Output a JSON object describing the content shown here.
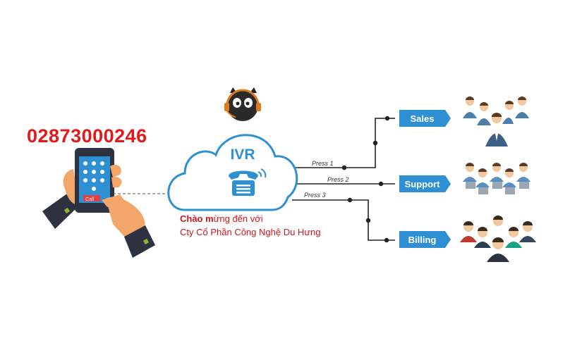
{
  "phone_number": "02873000246",
  "ivr_label": "IVR",
  "phone_button_label": "Call",
  "welcome": {
    "line1_bold": "Chào m",
    "line1_rest": "ừng đến với",
    "line2": "Cty Cổ Phần Công Nghệ Du Hưng"
  },
  "routes": [
    {
      "press": "Press 1",
      "department": "Sales"
    },
    {
      "press": "Press 2",
      "department": "Support"
    },
    {
      "press": "Press 3",
      "department": "Billing"
    }
  ],
  "colors": {
    "accent_blue": "#2f8fd3",
    "phone_number_red": "#e01a1a",
    "line_dark": "#222222"
  }
}
